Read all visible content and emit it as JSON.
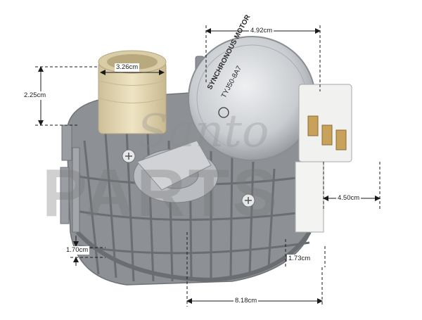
{
  "dimensions": {
    "top_width": "4.92cm",
    "socket_diameter": "3.26cm",
    "socket_height": "2.25cm",
    "side_width": "4.50cm",
    "base_left_height": "1.70cm",
    "base_right_height": "1.73cm",
    "bottom_width": "8.18cm"
  },
  "motor_label": {
    "brand_line": "SYNCHRONOUS MOTOR",
    "model": "TYJ50-8A7"
  },
  "watermark": {
    "script": "Santo",
    "letters": "PARTS"
  },
  "colors": {
    "housing_gray": "#8d9196",
    "socket_beige": "#e3d6b2",
    "motor_silver": "#c9ccd0",
    "dim_line": "#1a1a1a"
  }
}
